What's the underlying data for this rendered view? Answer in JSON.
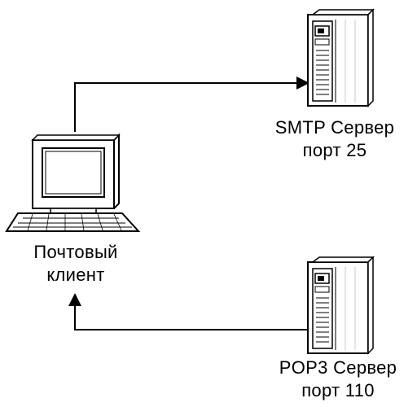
{
  "client": {
    "label_line1": "Почтовый",
    "label_line2": "клиент"
  },
  "smtp_server": {
    "label_line1": "SMTP Сервер",
    "label_line2": "порт 25"
  },
  "pop3_server": {
    "label_line1": "POP3 Сервер",
    "label_line2": "порт 110"
  },
  "colors": {
    "stroke": "#000000",
    "background": "#ffffff",
    "screen_fill": "#ffffff",
    "server_stripe": "#e0e0e0"
  },
  "icons": {
    "client": "computer-icon",
    "smtp": "server-tower-icon",
    "pop3": "server-tower-icon"
  }
}
